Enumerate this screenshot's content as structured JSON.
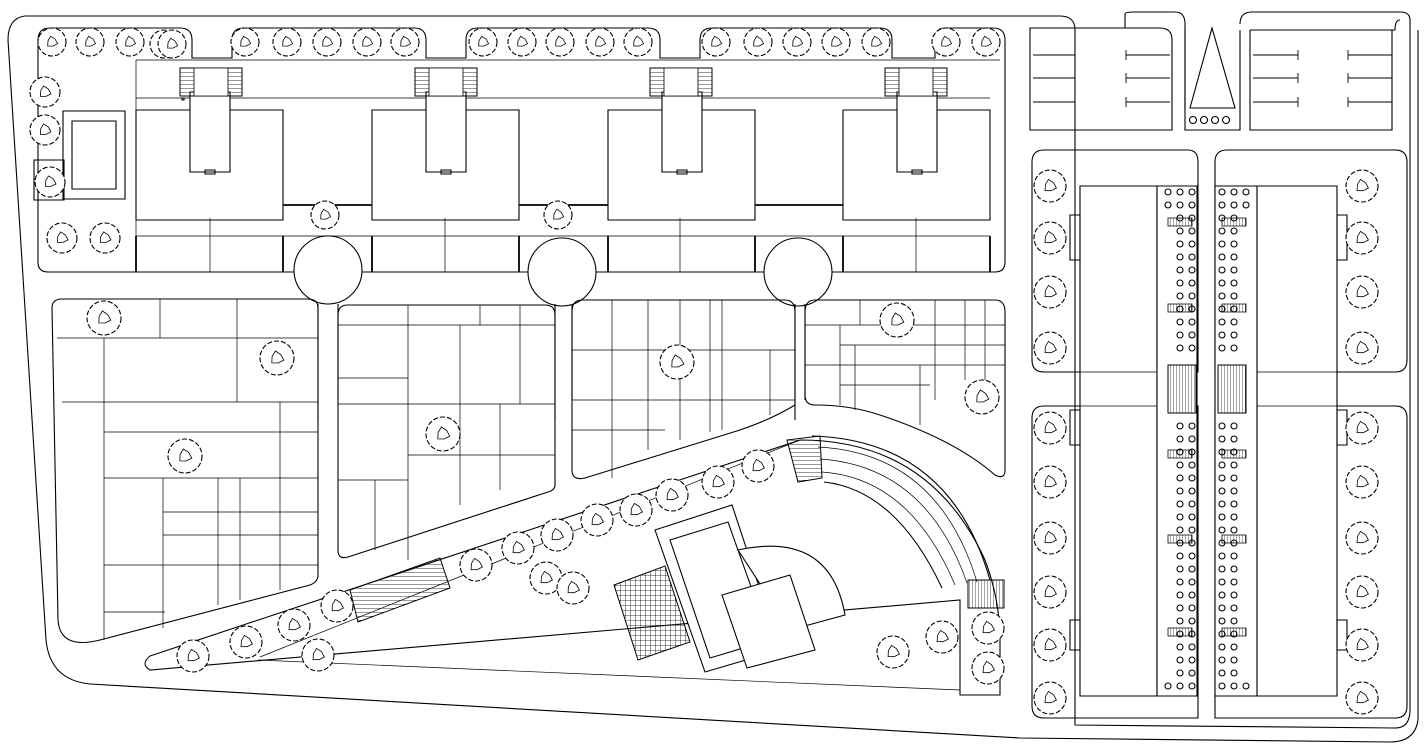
{
  "drawing": {
    "kind": "site plan",
    "style": "black line drawing on white",
    "colors": {
      "line": "#000000",
      "background": "#ffffff"
    },
    "legend": "none",
    "text_labels": "none"
  },
  "elements": {
    "residential_blocks": 4,
    "roundabouts": 3,
    "stair_entries": 4,
    "car_bays": 8,
    "parking_columns": 2
  },
  "icons": {
    "tree": "tree-icon",
    "car": "car-icon",
    "stairs": "stairs-icon",
    "hatch": "hatch-pattern"
  }
}
